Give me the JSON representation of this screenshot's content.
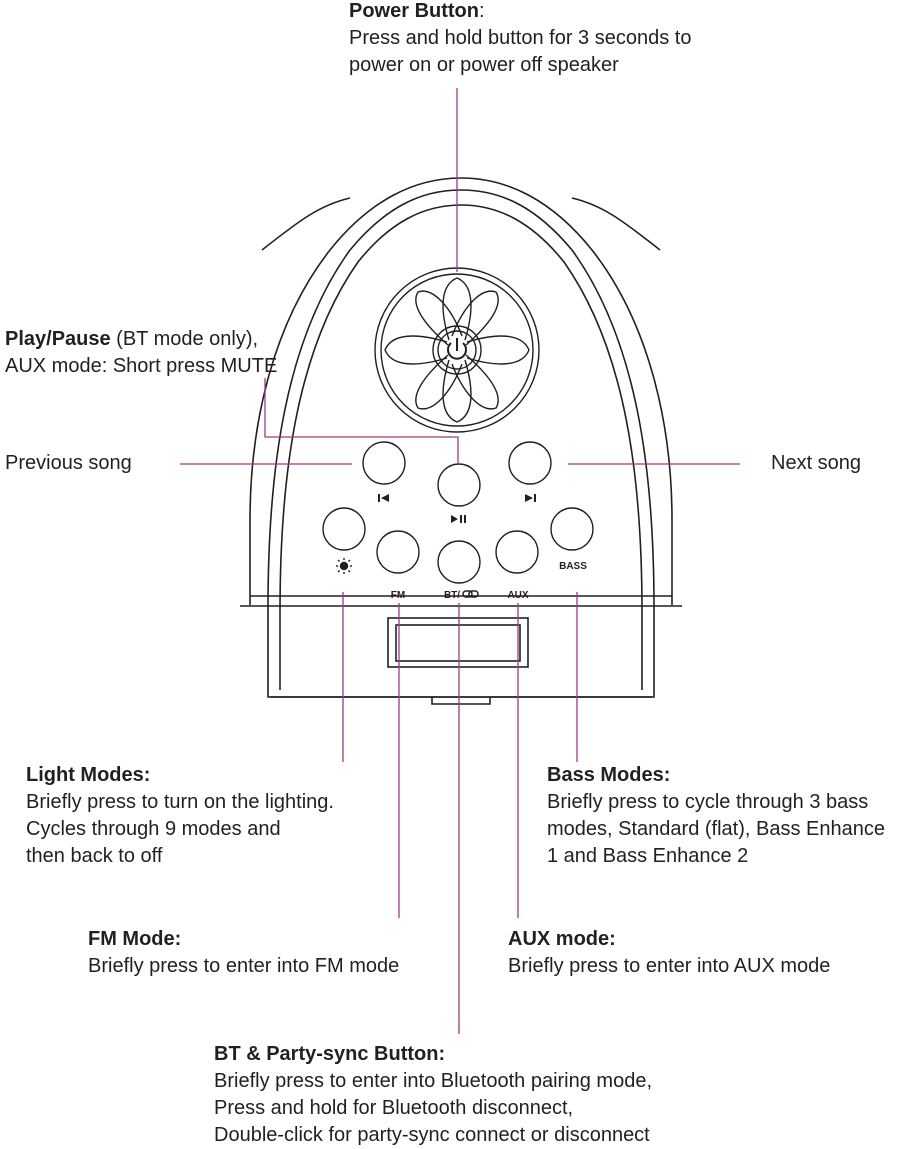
{
  "colors": {
    "leader": "#9c3b85",
    "outline": "#231f20",
    "text": "#231f20"
  },
  "power": {
    "title": "Power Button",
    "sep": ":",
    "lines": [
      "Press and hold button for 3 seconds to",
      "power on or power off speaker"
    ]
  },
  "play": {
    "title": "Play/Pause",
    "rest": " (BT mode only),",
    "line2": "AUX mode: Short press MUTE"
  },
  "previous": {
    "text": "Previous song"
  },
  "next": {
    "text": "Next song"
  },
  "light": {
    "title": "Light Modes:",
    "lines": [
      "Briefly press to turn on the lighting.",
      "Cycles through 9 modes and",
      "then back to off"
    ]
  },
  "bass": {
    "title": "Bass Modes:",
    "lines": [
      "Briefly press to cycle through 3 bass",
      "modes, Standard (flat), Bass Enhance",
      "1 and Bass Enhance 2"
    ]
  },
  "fm": {
    "title": "FM Mode:",
    "lines": [
      "Briefly press to enter into FM mode"
    ]
  },
  "aux": {
    "title": "AUX mode:",
    "lines": [
      "Briefly press to enter into AUX mode"
    ]
  },
  "bt": {
    "title": "BT & Party-sync Button:",
    "lines": [
      "Briefly press to enter into Bluetooth pairing mode,",
      "Press and hold for Bluetooth disconnect,",
      "Double-click for party-sync connect or disconnect"
    ]
  },
  "buttons": {
    "prev_icon": "previous-track-icon",
    "play_icon": "play-pause-icon",
    "next_icon": "next-track-icon",
    "light_icon": "sun-icon",
    "fm_label": "FM",
    "bt_label": "BT/",
    "bt_icon": "link-icon",
    "aux_label": "AUX",
    "bass_label": "BASS",
    "power_icon": "power-icon"
  }
}
